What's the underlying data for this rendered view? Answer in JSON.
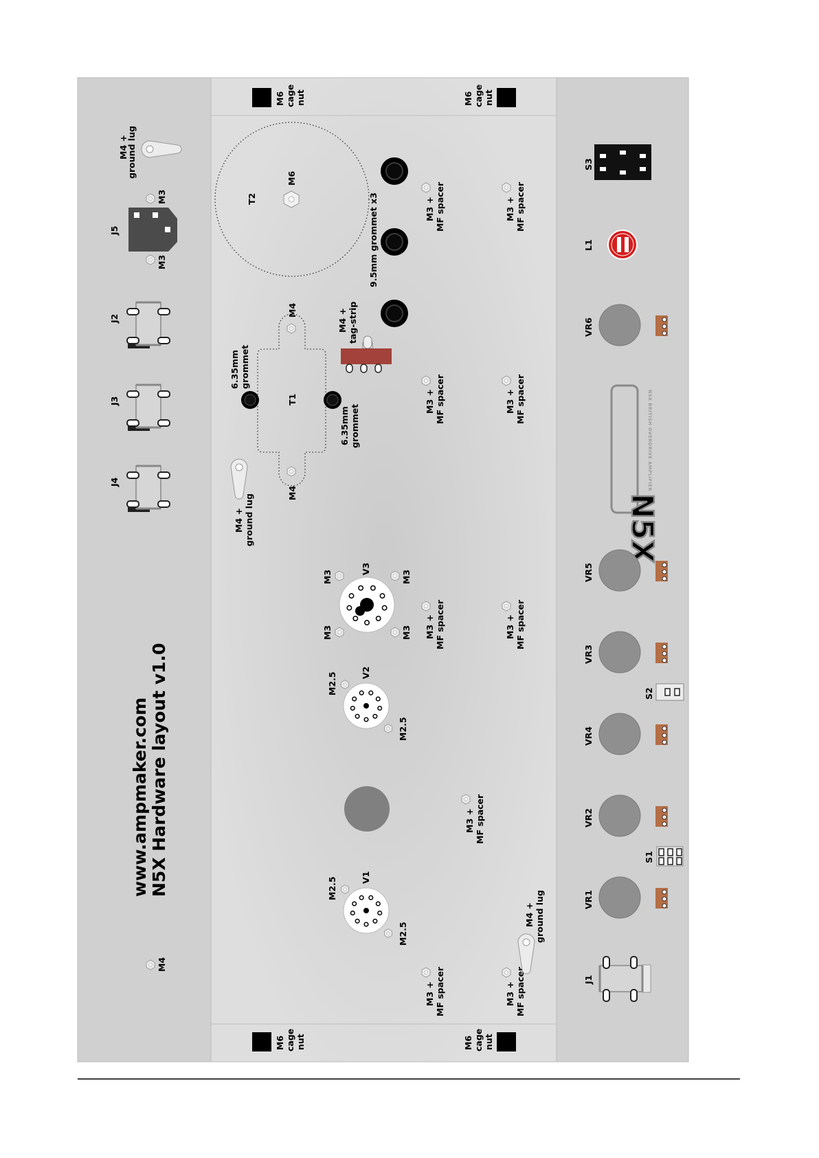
{
  "title": {
    "line1": "www.ampmaker.com",
    "line2": "N5X Hardware layout v1.0"
  },
  "labels": {
    "m4": "M4",
    "m3": "M3",
    "m25": "M2.5",
    "m6": "M6",
    "m4_plus": "M4 +",
    "ground_lug": "ground lug",
    "m3_plus": "M3 +",
    "mf_spacer": "MF spacer",
    "tag_strip": "tag-strip",
    "cage": "cage",
    "nut": "nut",
    "grommet_635": "6.35mm",
    "grommet": "grommet",
    "grommet_95": "9.5mm grommet x3"
  },
  "jacks": {
    "j1": "J1",
    "j2": "J2",
    "j3": "J3",
    "j4": "J4",
    "j5": "J5"
  },
  "transformers": {
    "t1": "T1",
    "t2": "T2"
  },
  "valves": {
    "v1": "V1",
    "v2": "V2",
    "v3": "V3"
  },
  "pots": {
    "vr1": "VR1",
    "vr2": "VR2",
    "vr3": "VR3",
    "vr4": "VR4",
    "vr5": "VR5",
    "vr6": "VR6"
  },
  "switches": {
    "s1": "S1",
    "s2": "S2",
    "s3": "S3"
  },
  "lamp": {
    "l1": "L1"
  },
  "logo": {
    "mark": "N5X",
    "tagline": "N5X BRITISH OVERDRIVE AMPLIFIER"
  },
  "colors": {
    "outer_panel": "#d0d0d0",
    "inner_panel": "#dcdcdc",
    "lug": "#e6e6e6",
    "pot_body": "#8f8f8f",
    "pot_tab": "#b56e46",
    "tag_strip": "#a2423a",
    "lamp": "#d71e1e",
    "iec": "#4b4b4b"
  }
}
